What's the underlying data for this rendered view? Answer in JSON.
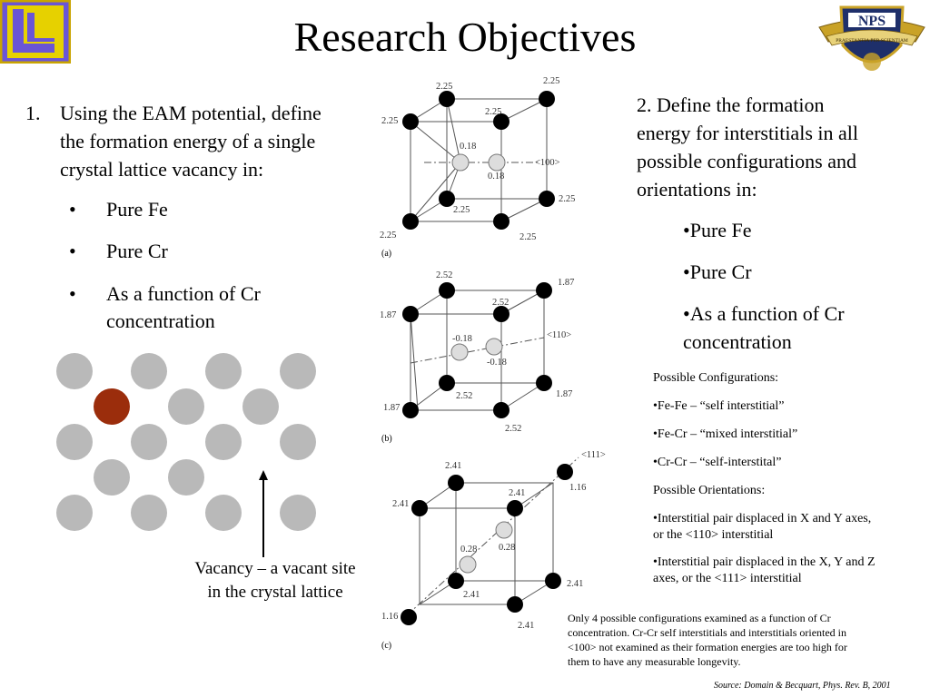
{
  "title": "Research Objectives",
  "logo_right_text": {
    "acronym": "NPS",
    "motto": "PRAESTANTIA PER SCIENTIAM"
  },
  "left": {
    "num": "1.",
    "intro": [
      "Using the EAM potential, define",
      "the formation energy of a single",
      "crystal lattice vacancy in:"
    ],
    "bullets": [
      "Pure Fe",
      "Pure Cr",
      "As a function of Cr",
      "concentration"
    ],
    "caption": [
      "Vacancy – a vacant site",
      "in the crystal lattice"
    ]
  },
  "right": {
    "intro": [
      "2. Define the formation",
      "energy for interstitials in all",
      "possible configurations and",
      "orientations in:"
    ],
    "bullets": [
      "•Pure Fe",
      "•Pure Cr",
      "•As a function of Cr",
      "concentration"
    ],
    "configs": [
      "Possible Configurations:",
      "•Fe-Fe – “self interstitial”",
      "•Fe-Cr – “mixed interstitial”",
      "•Cr-Cr – “self-interstital”",
      "Possible Orientations:",
      "•Interstitial pair displaced in X and Y axes,",
      "or the <110>  interstitial",
      "•Interstitial pair displaced in the X, Y and Z",
      "axes, or the  <111>  interstitial"
    ],
    "note": [
      "Only 4 possible configurations examined as a function of Cr",
      "concentration. Cr-Cr self interstitials and interstitials oriented in",
      "<100> not examined as their formation energies are too high for",
      "them to have any measurable longevity."
    ],
    "source": "Source: Domain & Becquart, Phys. Rev. B, 2001"
  },
  "diagrams": {
    "a": {
      "caption": "(a)",
      "labels": [
        "2.25",
        "2.25",
        "2.25",
        "2.25",
        "0.18",
        "<100>",
        "0.18",
        "2.25",
        "2.25",
        "2.25",
        "2.25"
      ]
    },
    "b": {
      "caption": "(b)",
      "labels": [
        "2.52",
        "1.87",
        "2.52",
        "1.87",
        "-0.18",
        "<110>",
        "-0.18",
        "2.52",
        "1.87",
        "1.87",
        "2.52"
      ]
    },
    "c": {
      "caption": "(c)",
      "labels": [
        "<111>",
        "2.41",
        "1.16",
        "2.41",
        "2.41",
        "0.28",
        "0.28",
        "2.41",
        "2.41",
        "1.16",
        "2.41"
      ]
    }
  },
  "colors": {
    "atom": "#b9b9b9",
    "vacancy": "#9b2d0c",
    "lattice_atom": "#000000"
  }
}
